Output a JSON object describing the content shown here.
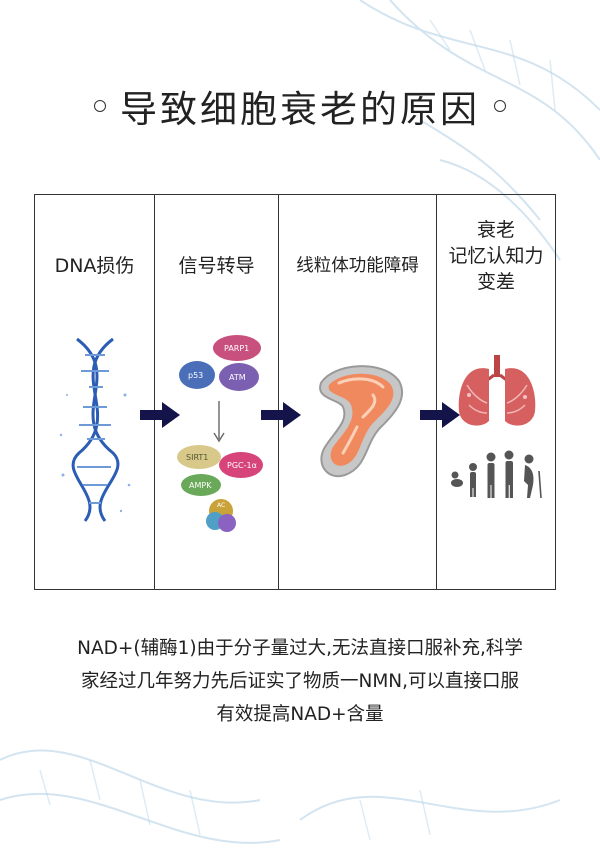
{
  "title": "导致细胞衰老的原因",
  "panels": [
    {
      "label_lines": [
        "DNA损伤"
      ],
      "illustration": "dna-helix-icon"
    },
    {
      "label_lines": [
        "信号转导"
      ],
      "illustration": "protein-signaling-icon",
      "protein_labels": [
        "PARP1",
        "p53",
        "ATM",
        "SIRT1",
        "PGC-1α",
        "AMPK",
        "AC"
      ]
    },
    {
      "label_lines": [
        "线粒体功能障碍"
      ],
      "illustration": "mitochondria-icon"
    },
    {
      "label_lines": [
        "衰老",
        "记忆认知力",
        "变差"
      ],
      "illustration": "lungs-aging-icon"
    }
  ],
  "caption_lines": [
    "NAD+(辅酶1)由于分子量过大,无法直接口服补充,科学",
    "家经过几年努力先后证实了物质一NMN,可以直接口服",
    "有效提高NAD+含量"
  ],
  "colors": {
    "arrow": "#14144a",
    "helix": "#2b5db5",
    "mito": "#f08a5e",
    "lung": "#c23a3a"
  }
}
